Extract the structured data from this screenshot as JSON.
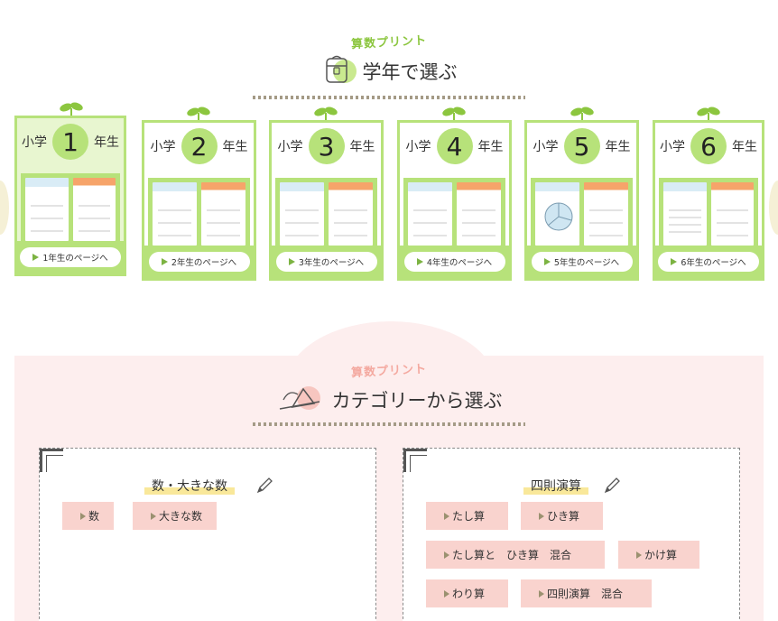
{
  "grade_section": {
    "kicker": "算数プリント",
    "title": "学年で選ぶ",
    "cards": [
      {
        "prefix": "小学",
        "num": "1",
        "suffix": "年生",
        "link": "1年生のページへ"
      },
      {
        "prefix": "小学",
        "num": "2",
        "suffix": "年生",
        "link": "2年生のページへ"
      },
      {
        "prefix": "小学",
        "num": "3",
        "suffix": "年生",
        "link": "3年生のページへ"
      },
      {
        "prefix": "小学",
        "num": "4",
        "suffix": "年生",
        "link": "4年生のページへ"
      },
      {
        "prefix": "小学",
        "num": "5",
        "suffix": "年生",
        "link": "5年生のページへ"
      },
      {
        "prefix": "小学",
        "num": "6",
        "suffix": "年生",
        "link": "6年生のページへ"
      }
    ]
  },
  "category_section": {
    "kicker": "算数プリント",
    "title": "カテゴリーから選ぶ",
    "boxes": [
      {
        "title": "数・大きな数",
        "links": [
          "数",
          "大きな数"
        ]
      },
      {
        "title": "四則演算",
        "links": [
          "たし算",
          "ひき算",
          "たし算と　ひき算　混合",
          "かけ算",
          "わり算",
          "四則演算　混合"
        ]
      }
    ]
  },
  "colors": {
    "accent_green": "#b7e27a",
    "pink_bg": "#fdeeee",
    "pill": "#f9d3ce"
  }
}
